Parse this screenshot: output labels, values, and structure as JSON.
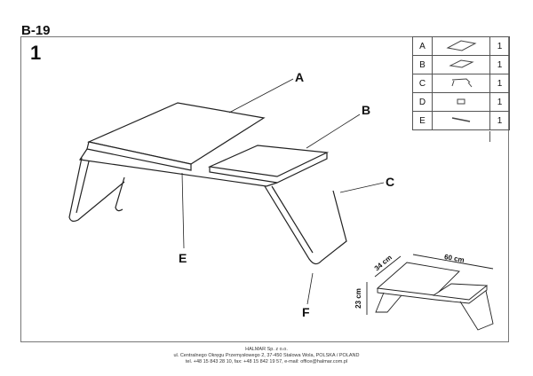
{
  "model_code": "B-19",
  "step_number": "1",
  "callouts": {
    "a": "A",
    "b": "B",
    "c": "C",
    "e": "E",
    "f": "F"
  },
  "parts": [
    {
      "letter": "A",
      "icon": "top-panel-icon",
      "qty": "1"
    },
    {
      "letter": "B",
      "icon": "side-panel-icon",
      "qty": "1"
    },
    {
      "letter": "C",
      "icon": "leg-frame-icon",
      "qty": "1"
    },
    {
      "letter": "D",
      "icon": "small-block-icon",
      "qty": "1"
    },
    {
      "letter": "E",
      "icon": "rod-icon",
      "qty": "1"
    }
  ],
  "dimensions": {
    "width": "60 cm",
    "depth": "34 cm",
    "height": "23 cm"
  },
  "footer": {
    "company": "HALMAR Sp. z o.o.",
    "address": "ul. Centralnego Okręgu Przemysłowego 2, 37-450 Stalowa Wola, POLSKA / POLAND",
    "contact": "tel. +48 15 843 28 10, fax: +48 15 842 19 57, e-mail: office@halmar.com.pl"
  }
}
